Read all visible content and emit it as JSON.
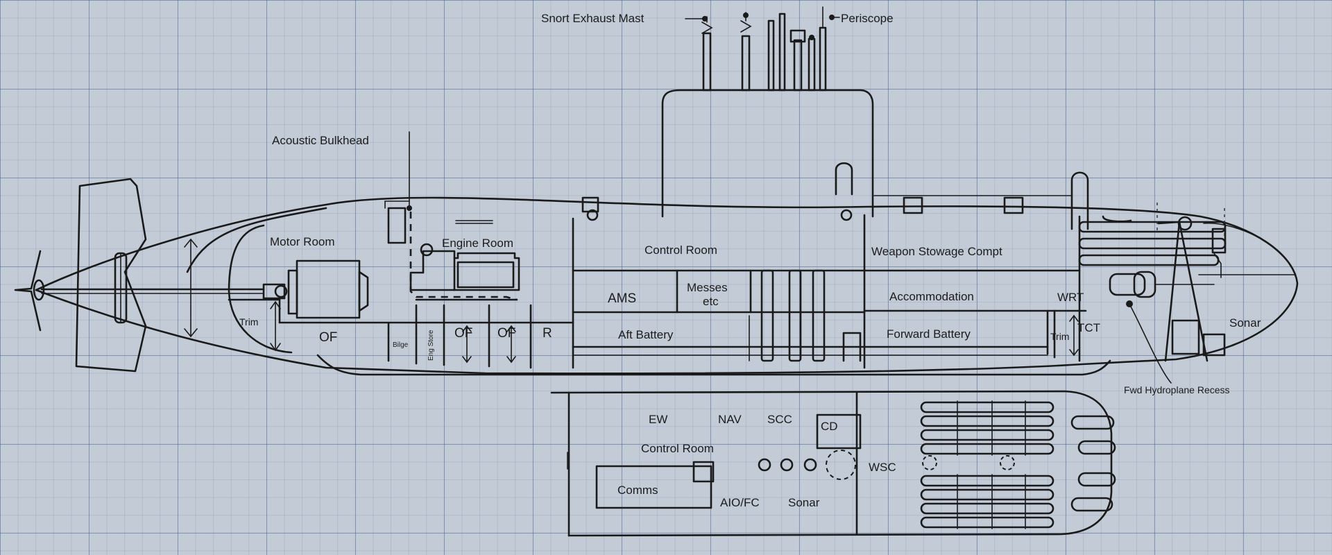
{
  "labels": {
    "snort_exhaust_mast": "Snort Exhaust Mast",
    "periscope": "Periscope",
    "acoustic_bulkhead": "Acoustic Bulkhead",
    "motor_room": "Motor Room",
    "engine_room": "Engine Room",
    "control_room": "Control Room",
    "weapon_stowage": "Weapon Stowage Compt",
    "trim_aft": "Trim",
    "of_aft": "OF",
    "bilge": "Bilge",
    "eng_stores": "Eng Store",
    "of_1": "OF",
    "of_2": "OF",
    "r": "R",
    "ams": "AMS",
    "messes_line1": "Messes",
    "messes_line2": "etc",
    "aft_battery": "Aft Battery",
    "accommodation": "Accommodation",
    "forward_battery": "Forward Battery",
    "trim_fwd": "Trim",
    "wrt": "WRT",
    "tct": "TCT",
    "sonar_bow": "Sonar",
    "fwd_hydroplane_recess": "Fwd Hydroplane Recess"
  },
  "plan": {
    "ew": "EW",
    "nav": "NAV",
    "scc": "SCC",
    "cd": "CD",
    "control_room": "Control Room",
    "comms": "Comms",
    "aio_fc": "AIO/FC",
    "sonar": "Sonar",
    "wsc": "WSC"
  },
  "colors": {
    "paper": "#c3cbd6",
    "grid": "#465f87",
    "ink": "#1a1a1a"
  }
}
